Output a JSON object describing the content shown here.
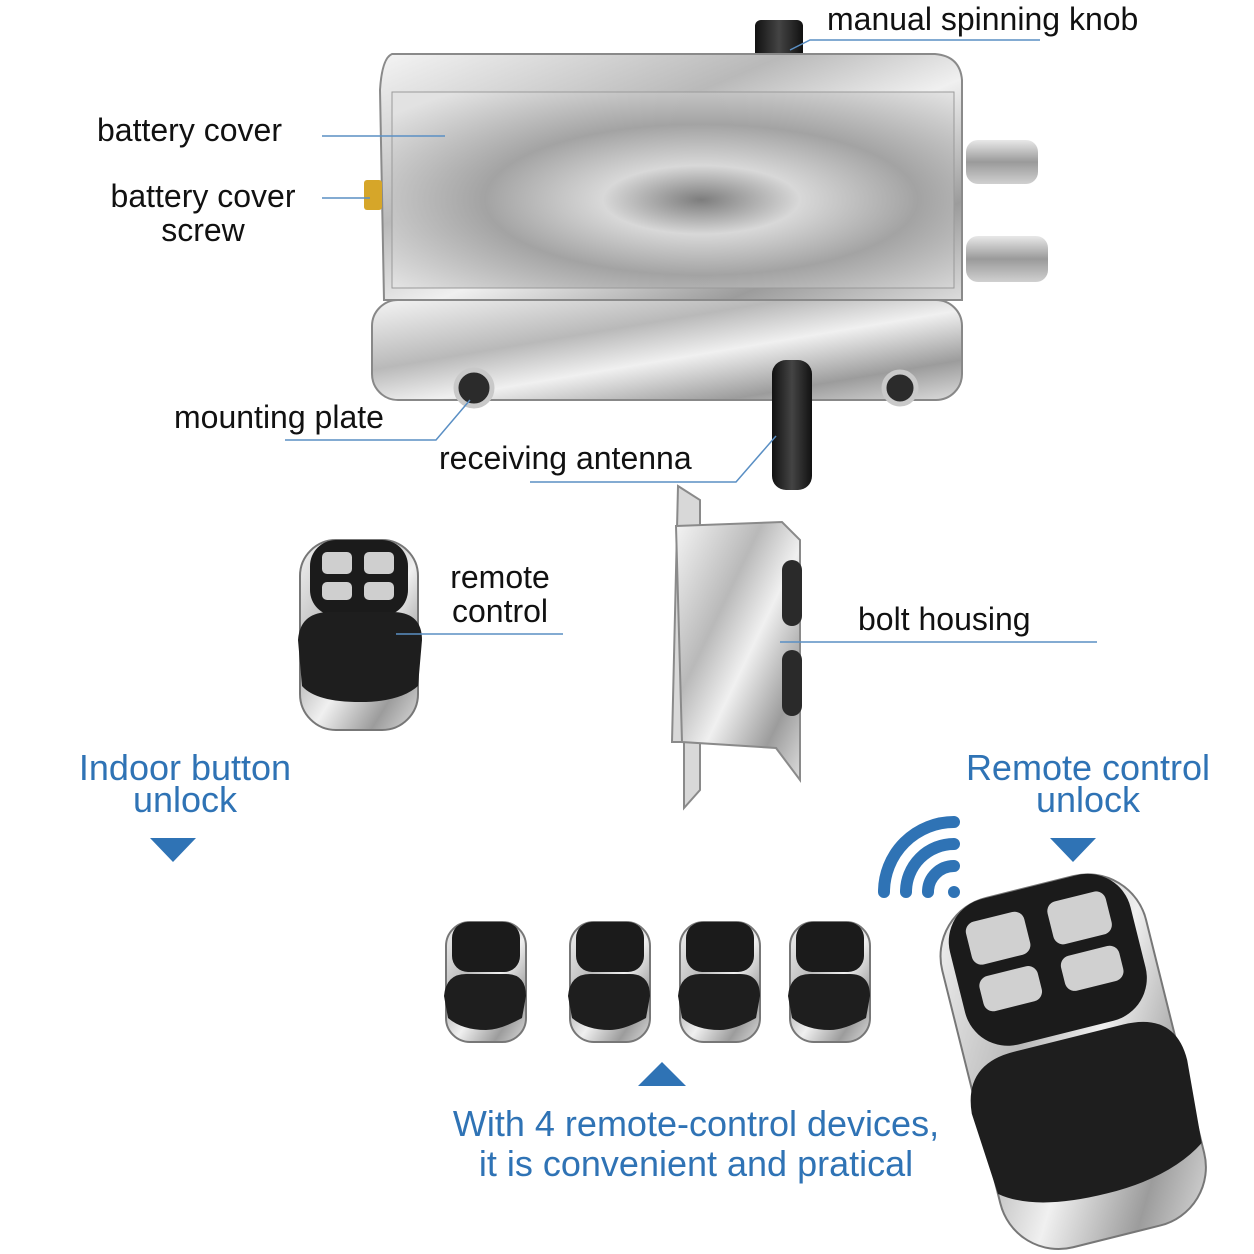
{
  "labels": {
    "manual_knob": "manual spinning knob",
    "battery_cover": "battery cover",
    "battery_cover_screw_line1": "battery cover",
    "battery_cover_screw_line2": "screw",
    "mounting_plate": "mounting plate",
    "receiving_antenna": "receiving antenna",
    "remote_control_line1": "remote",
    "remote_control_line2": "control",
    "bolt_housing": "bolt housing"
  },
  "callouts": {
    "indoor_line1": "Indoor button",
    "indoor_line2": "unlock",
    "remote_line1": "Remote control",
    "remote_line2": "unlock",
    "caption_line1": "With 4 remote-control devices,",
    "caption_line2": "it is convenient and pratical"
  },
  "colors": {
    "accent_blue": "#2f73b5",
    "leader_line": "#5a8fc4",
    "text": "#111111"
  },
  "icons": [
    "wireless-signal-icon",
    "down-arrow-icon",
    "up-arrow-icon"
  ]
}
